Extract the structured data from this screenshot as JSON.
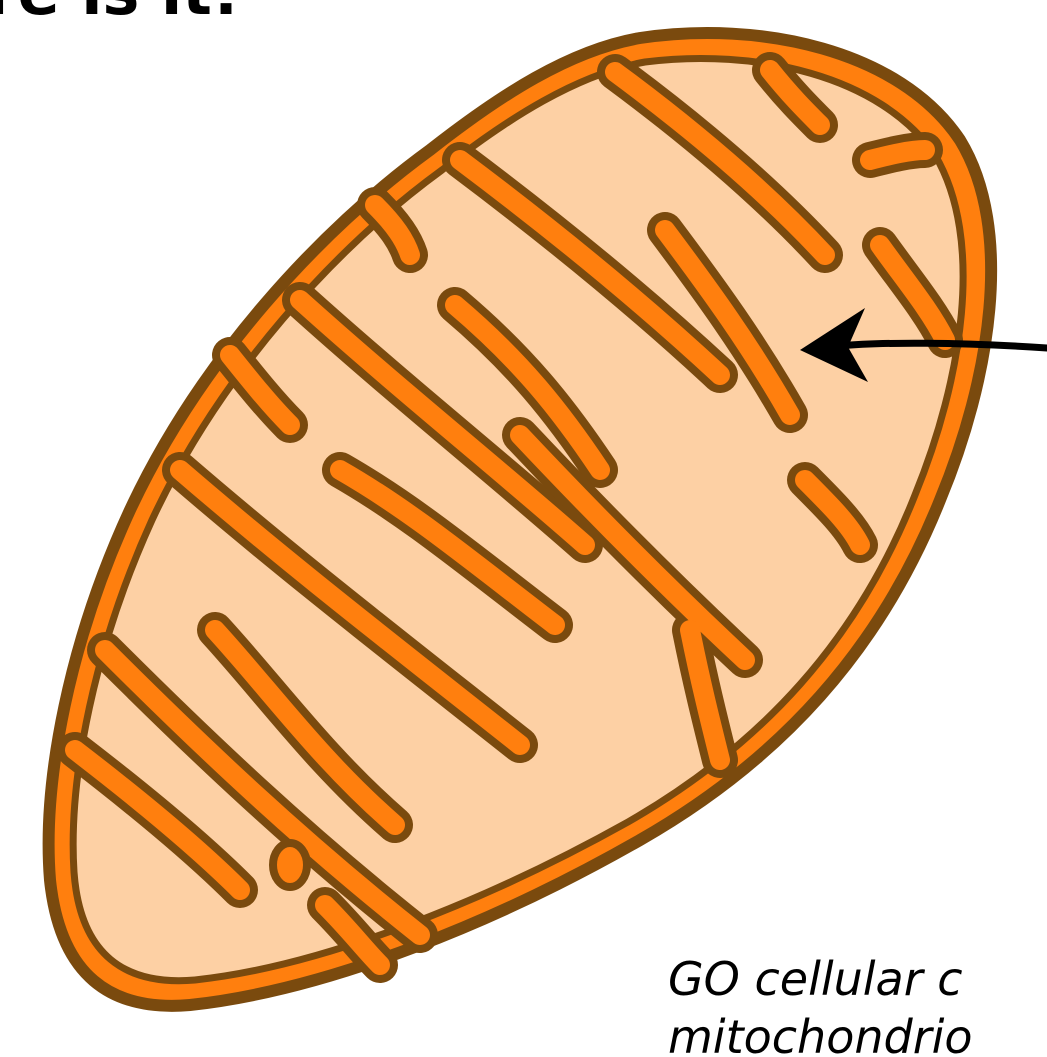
{
  "slide": {
    "title": "ere is it!",
    "caption_line1": "GO cellular c",
    "caption_line2": "mitochondrio"
  },
  "diagram": {
    "subject": "mitochondrion",
    "colors": {
      "outline": "#7a4a0e",
      "membrane": "#ff7f0e",
      "matrix": "#fdd0a4",
      "arrow": "#000000",
      "background": "#ffffff"
    },
    "icons": [
      "mitochondrion-outline",
      "cristae-folds",
      "pointer-arrow"
    ]
  }
}
